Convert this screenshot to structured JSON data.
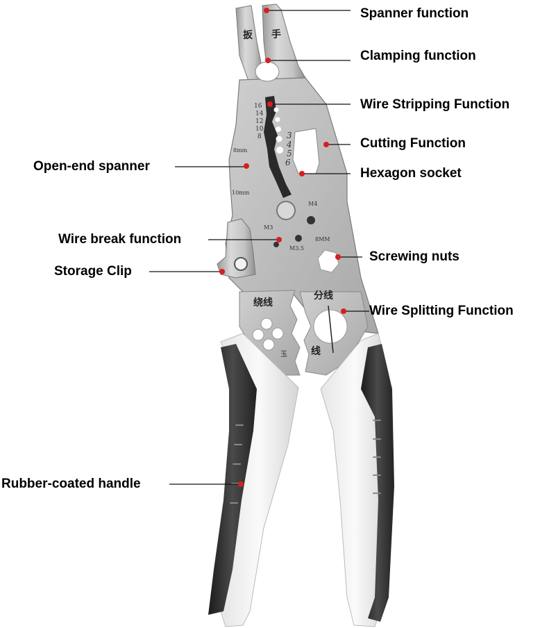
{
  "diagram": {
    "subject": "Multifunction wire stripping pliers",
    "accent_color": "#d81e1e",
    "line_color": "#111111",
    "callouts": [
      {
        "id": "spanner-function",
        "label": "Spanner function",
        "side": "right"
      },
      {
        "id": "clamping-function",
        "label": "Clamping function",
        "side": "right"
      },
      {
        "id": "wire-stripping-function",
        "label": "Wire Stripping Function",
        "side": "right"
      },
      {
        "id": "cutting-function",
        "label": "Cutting Function",
        "side": "right"
      },
      {
        "id": "hexagon-socket",
        "label": "Hexagon socket",
        "side": "right"
      },
      {
        "id": "open-end-spanner",
        "label": "Open-end spanner",
        "side": "left"
      },
      {
        "id": "wire-break-function",
        "label": "Wire break function",
        "side": "left"
      },
      {
        "id": "screwing-nuts",
        "label": "Screwing nuts",
        "side": "right"
      },
      {
        "id": "storage-clip",
        "label": "Storage Clip",
        "side": "left"
      },
      {
        "id": "wire-splitting-function",
        "label": "Wire Splitting Function",
        "side": "right"
      },
      {
        "id": "rubber-coated-handle",
        "label": "Rubber-coated handle",
        "side": "left"
      }
    ],
    "engravings": {
      "jaw_left": "扳",
      "jaw_right": "手",
      "awg_gauges": [
        "16",
        "14",
        "12",
        "10",
        "8"
      ],
      "hex_sizes": [
        "3",
        "4",
        "5",
        "6"
      ],
      "spanner_8": "8mm",
      "spanner_10": "10mm",
      "thread_m4": "M4",
      "thread_m3": "M3",
      "thread_m35": "M3.5",
      "nut_8mm": "8MM",
      "winding": "绕线",
      "splitting": "分线",
      "split_line": "线",
      "mark": "玉"
    }
  }
}
